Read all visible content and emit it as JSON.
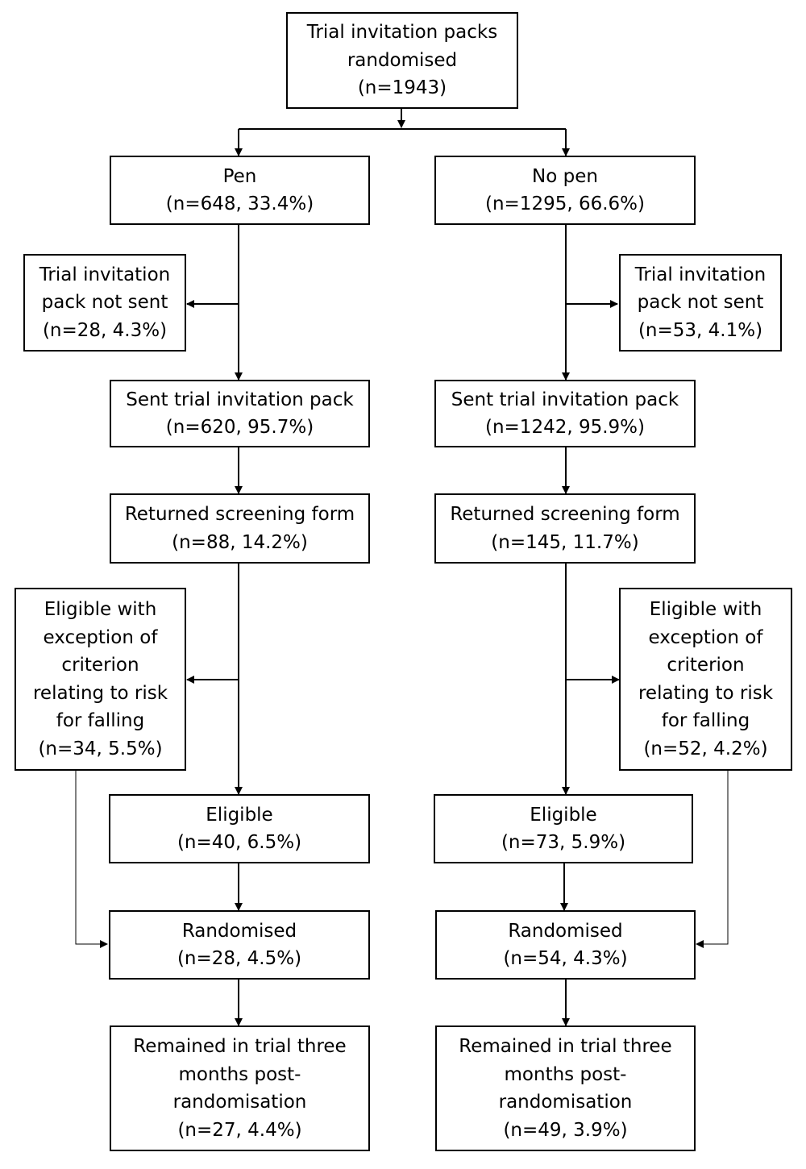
{
  "root": {
    "lines": [
      "Trial invitation packs",
      "randomised",
      "(n=1943)"
    ]
  },
  "pen": {
    "group": {
      "lines": [
        "Pen",
        "(n=648, 33.4%)"
      ]
    },
    "not_sent": {
      "lines": [
        "Trial invitation",
        "pack not sent",
        "(n=28, 4.3%)"
      ]
    },
    "sent": {
      "lines": [
        "Sent trial invitation pack",
        "(n=620, 95.7%)"
      ]
    },
    "returned": {
      "lines": [
        "Returned screening form",
        "(n=88, 14.2%)"
      ]
    },
    "exception": {
      "lines": [
        "Eligible with",
        "exception of",
        "criterion",
        "relating to risk",
        "for falling",
        "(n=34, 5.5%)"
      ]
    },
    "eligible": {
      "lines": [
        "Eligible",
        "(n=40, 6.5%)"
      ]
    },
    "randomised": {
      "lines": [
        "Randomised",
        "(n=28, 4.5%)"
      ]
    },
    "remained": {
      "lines": [
        "Remained in trial three",
        "months post-",
        "randomisation",
        "(n=27, 4.4%)"
      ]
    }
  },
  "no_pen": {
    "group": {
      "lines": [
        "No pen",
        "(n=1295, 66.6%)"
      ]
    },
    "not_sent": {
      "lines": [
        "Trial invitation",
        "pack not sent",
        "(n=53, 4.1%)"
      ]
    },
    "sent": {
      "lines": [
        "Sent trial invitation pack",
        "(n=1242, 95.9%)"
      ]
    },
    "returned": {
      "lines": [
        "Returned screening form",
        "(n=145, 11.7%)"
      ]
    },
    "exception": {
      "lines": [
        "Eligible with",
        "exception of",
        "criterion",
        "relating to risk",
        "for falling",
        "(n=52, 4.2%)"
      ]
    },
    "eligible": {
      "lines": [
        "Eligible",
        "(n=73, 5.9%)"
      ]
    },
    "randomised": {
      "lines": [
        "Randomised",
        "(n=54, 4.3%)"
      ]
    },
    "remained": {
      "lines": [
        "Remained in trial three",
        "months post-",
        "randomisation",
        "(n=49, 3.9%)"
      ]
    }
  }
}
